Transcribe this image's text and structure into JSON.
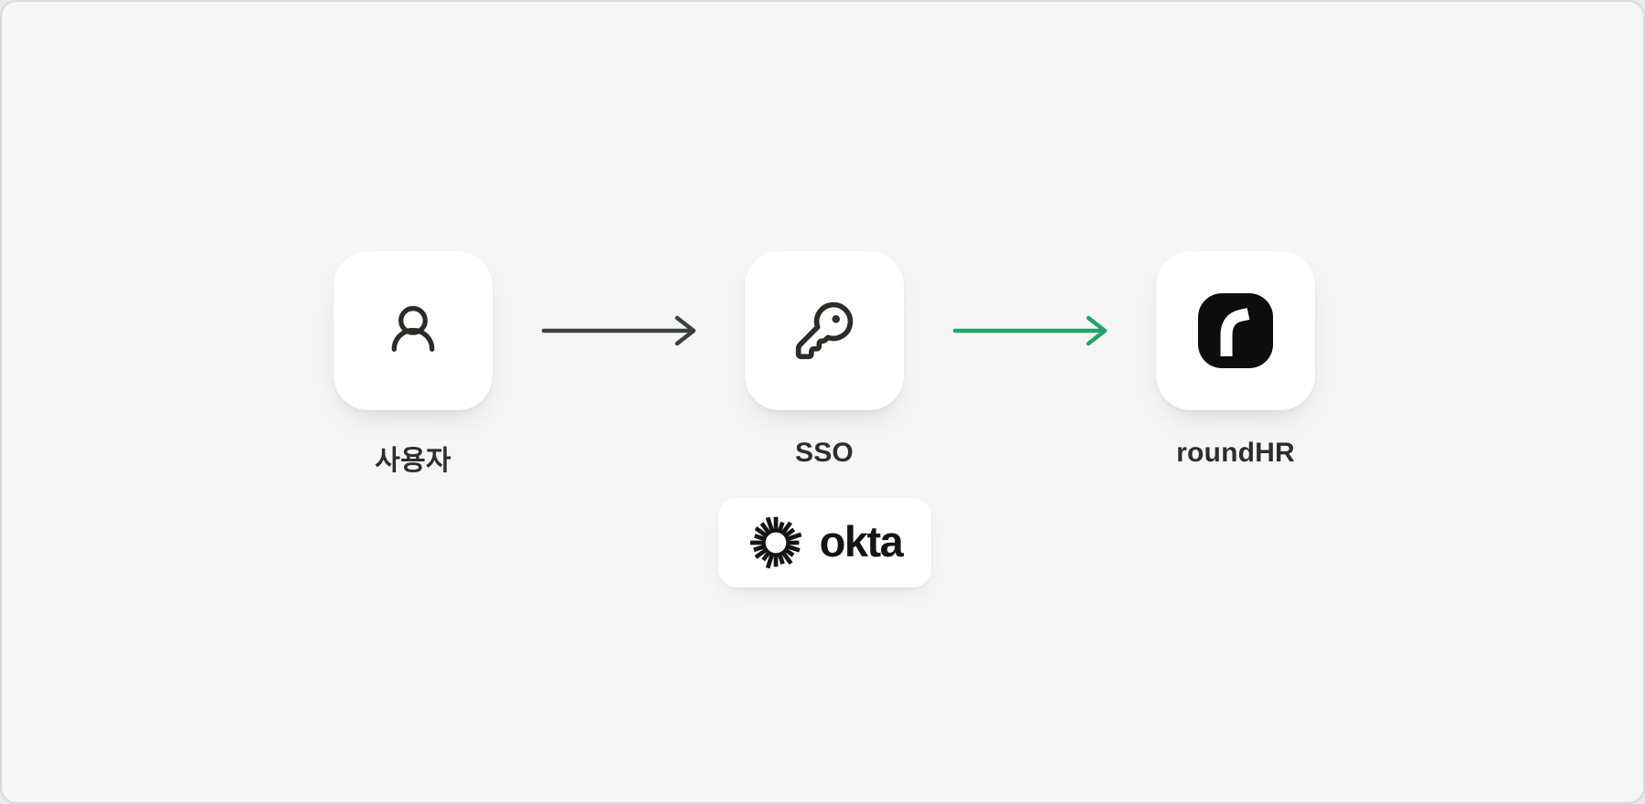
{
  "page": {
    "background": "#f6f6f4",
    "frame_border": "#d9dad8"
  },
  "flow": {
    "nodes": [
      {
        "id": "user",
        "label": "사용자",
        "icon": "user-icon"
      },
      {
        "id": "sso",
        "label": "SSO",
        "icon": "key-icon"
      },
      {
        "id": "roundhr",
        "label": "roundHR",
        "icon": "roundhr-logo"
      }
    ],
    "arrows": [
      {
        "from": "user",
        "to": "sso",
        "color": "#3a403c"
      },
      {
        "from": "sso",
        "to": "roundhr",
        "color": "#21a36c"
      }
    ]
  },
  "provider_badge": {
    "label": "okta",
    "icon": "okta-aura-icon"
  }
}
